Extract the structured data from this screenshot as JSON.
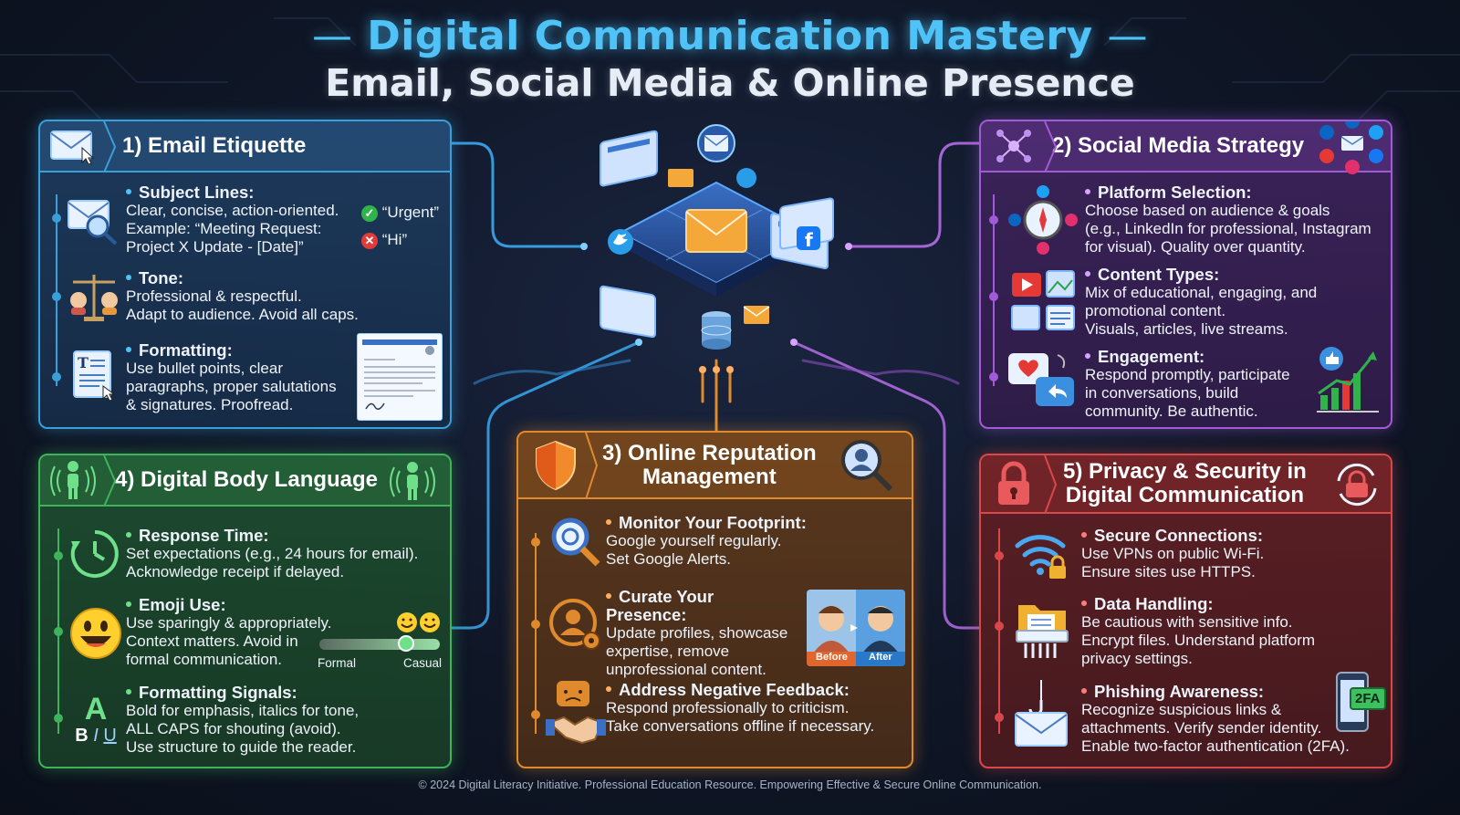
{
  "title": {
    "line1": "Digital Communication Mastery",
    "line2": "Email, Social Media & Online Presence",
    "dash": "—"
  },
  "colors": {
    "email": "#3a9fd8",
    "social": "#a25bd8",
    "reputation": "#e08a2e",
    "body_language": "#3fb35b",
    "privacy": "#d8484a"
  },
  "panels": {
    "email": {
      "title": "1) Email Etiquette",
      "icon": "envelope-cursor-icon",
      "items": [
        {
          "label": "Subject Lines:",
          "lines": [
            "Clear, concise, action-oriented.",
            "Example: “Meeting Request:",
            "Project X Update - [Date]”"
          ],
          "icon": "envelope-magnifier-icon"
        },
        {
          "label": "Tone:",
          "lines": [
            "Professional & respectful.",
            "Adapt to audience. Avoid all caps."
          ],
          "icon": "balance-scale-icon"
        },
        {
          "label": "Formatting:",
          "lines": [
            "Use bullet points, clear",
            "paragraphs, proper salutations",
            "& signatures. Proofread."
          ],
          "icon": "document-text-icon"
        }
      ],
      "good_example": "“Urgent”",
      "bad_example": "“Hi”"
    },
    "social": {
      "title": "2) Social Media Strategy",
      "icon": "network-nodes-icon",
      "items": [
        {
          "label": "Platform Selection:",
          "lines": [
            "Choose based on audience & goals",
            "(e.g., LinkedIn for professional, Instagram",
            "for visual). Quality over quantity."
          ],
          "icon": "compass-platforms-icon"
        },
        {
          "label": "Content Types:",
          "lines": [
            "Mix of educational, engaging, and",
            "promotional content.",
            "Visuals, articles, live streams."
          ],
          "icon": "media-types-icon"
        },
        {
          "label": "Engagement:",
          "lines": [
            "Respond promptly, participate",
            "in conversations, build",
            "community. Be authentic."
          ],
          "icon": "chat-reply-icon"
        }
      ]
    },
    "reputation": {
      "title_line1": "3) Online Reputation",
      "title_line2": "Management",
      "icon": "shield-icon",
      "items": [
        {
          "label": "Monitor Your Footprint:",
          "lines": [
            "Google yourself regularly.",
            "Set Google Alerts."
          ],
          "icon": "magnifier-icon"
        },
        {
          "label": "Curate Your Presence:",
          "lines": [
            "Update profiles, showcase",
            "expertise, remove",
            "unprofessional content."
          ],
          "icon": "profile-gear-icon"
        },
        {
          "label": "Address Negative Feedback:",
          "lines": [
            "Respond professionally to criticism.",
            "Take conversations offline if necessary."
          ],
          "icon": "handshake-icon"
        }
      ],
      "before_label": "Before",
      "after_label": "After"
    },
    "body_language": {
      "title": "4) Digital Body Language",
      "icon": "person-signal-icon",
      "items": [
        {
          "label": "Response Time:",
          "lines": [
            "Set expectations (e.g., 24 hours for email).",
            "Acknowledge receipt if delayed."
          ],
          "icon": "clock-icon"
        },
        {
          "label": "Emoji Use:",
          "lines": [
            "Use sparingly & appropriately.",
            "Context matters. Avoid in",
            "formal communication."
          ],
          "icon": "smiley-icon"
        },
        {
          "label": "Formatting Signals:",
          "lines": [
            "Bold for emphasis, italics for tone,",
            "ALL CAPS for shouting (avoid).",
            "Use structure to guide the reader."
          ],
          "icon": "text-format-icon"
        }
      ],
      "slider": {
        "left_label": "Formal",
        "right_label": "Casual",
        "level": 0.75
      },
      "format_glyphs": {
        "big": "A",
        "b": "B",
        "i": "I",
        "u": "U"
      }
    },
    "privacy": {
      "title_line1": "5) Privacy & Security in",
      "title_line2": "Digital Communication",
      "icon": "padlock-icon",
      "items": [
        {
          "label": "Secure Connections:",
          "lines": [
            "Use VPNs on public Wi-Fi.",
            "Ensure sites use HTTPS."
          ],
          "icon": "wifi-lock-icon"
        },
        {
          "label": "Data Handling:",
          "lines": [
            "Be cautious with sensitive info.",
            "Encrypt files. Understand platform",
            "privacy settings."
          ],
          "icon": "folder-shredder-icon"
        },
        {
          "label": "Phishing Awareness:",
          "lines": [
            "Recognize suspicious links &",
            "attachments. Verify sender identity.",
            "Enable two-factor authentication (2FA)."
          ],
          "icon": "phishing-hook-icon"
        }
      ],
      "badge_2fa": "2FA"
    }
  },
  "footer": "© 2024 Digital Literacy Initiative. Professional Education Resource. Empowering Effective & Secure Online Communication."
}
